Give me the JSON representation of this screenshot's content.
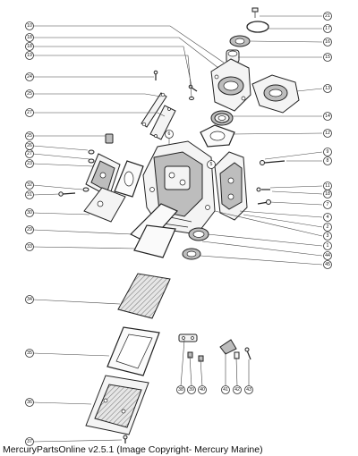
{
  "caption": "MercuryPartsOnline v2.5.1 (Image Copyright- Mercury Marine)",
  "callouts": {
    "c10": "10",
    "c18": "18",
    "c1b": "18",
    "c19": "19",
    "c24": "24",
    "c25": "25",
    "c27": "27",
    "c21": "21",
    "c17": "17",
    "c16": "16",
    "c15": "15",
    "c13": "13",
    "c14": "14",
    "c12": "12",
    "c9": "9",
    "c8": "8",
    "c11": "11",
    "c18r": "18",
    "c5": "5",
    "c7": "7",
    "c4": "4",
    "c3": "3",
    "c2": "2",
    "c1": "1",
    "c44": "44",
    "c45": "45",
    "c6": "6",
    "c26": "26",
    "c27b": "27",
    "c23": "23",
    "c32": "32",
    "c31": "31",
    "c30": "30",
    "c29": "29",
    "c33": "33",
    "c34": "34",
    "c35": "35",
    "c36": "36",
    "c37": "37",
    "c38": "38",
    "c39": "39",
    "c40": "40",
    "c41": "41",
    "c42": "42",
    "c43": "43"
  }
}
